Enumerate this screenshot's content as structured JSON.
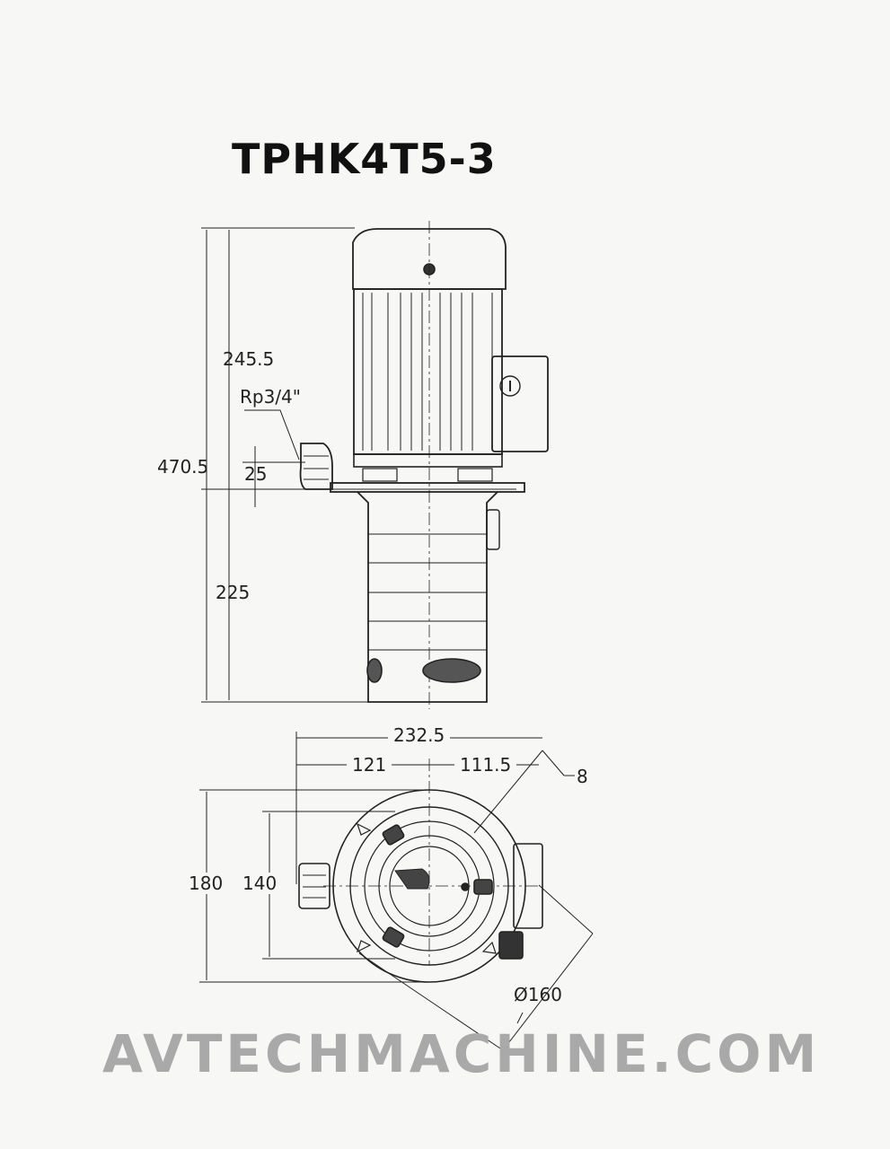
{
  "title": "TPHK4T5-3",
  "side_view": {
    "total_height": "470.5",
    "motor_height": "245.5",
    "outlet_thread": "Rp3/4\"",
    "outlet_offset": "25",
    "immersion_depth": "225"
  },
  "top_view": {
    "overall_width": "232.5",
    "left_offset": "121",
    "right_offset": "111.5",
    "hole_size": "8",
    "outer_height": "180",
    "inner_height": "140",
    "bolt_circle": "Ø160"
  },
  "watermark": "AVTECHMACHINE.COM",
  "colors": {
    "line": "#222222",
    "watermark": "#a9a9a9"
  }
}
